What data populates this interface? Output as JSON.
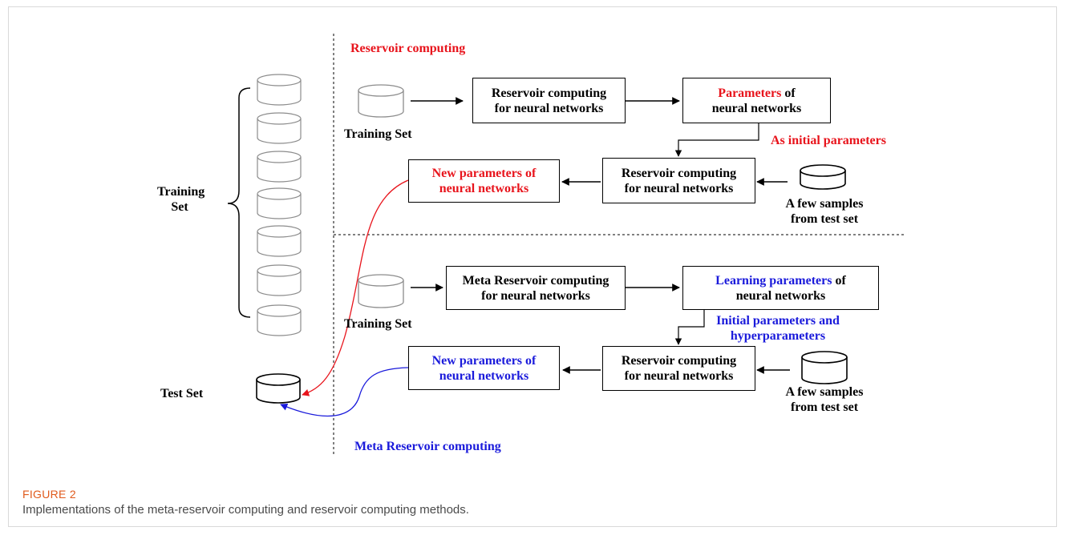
{
  "figure": {
    "label": "FIGURE 2",
    "caption": "Implementations of the meta-reservoir computing and reservoir computing methods."
  },
  "left": {
    "training_set_line1": "Training",
    "training_set_line2": "Set",
    "test_set": "Test Set"
  },
  "reservoir": {
    "section_title": "Reservoir computing",
    "training_set": "Training Set",
    "box1_line1": "Reservoir computing",
    "box1_line2": "for neural networks",
    "box2_part1": "Parameters",
    "box2_part2": " of",
    "box2_line2": "neural networks",
    "initial_note": "As initial parameters",
    "box3_line1": "Reservoir computing",
    "box3_line2": "for neural networks",
    "box4_line1": "New parameters of",
    "box4_line2": "neural networks",
    "samples_line1": "A few samples",
    "samples_line2": "from test set"
  },
  "meta": {
    "section_title": "Meta Reservoir computing",
    "training_set": "Training Set",
    "box1_line1": "Meta Reservoir computing",
    "box1_line2": "for neural networks",
    "box2_part1": "Learning parameters",
    "box2_part2": " of",
    "box2_line2": "neural networks",
    "initial_note_line1": "Initial parameters and",
    "initial_note_line2": "hyperparameters",
    "box3_line1": "Reservoir computing",
    "box3_line2": "for neural networks",
    "box4_line1": "New parameters of",
    "box4_line2": "neural networks",
    "samples_line1": "A few samples",
    "samples_line2": "from test set"
  },
  "colors": {
    "reservoir_accent": "#e8141c",
    "meta_accent": "#1a1adb",
    "caption_label": "#e05a1c",
    "cylinder_stroke_light": "#8c8c8c"
  }
}
